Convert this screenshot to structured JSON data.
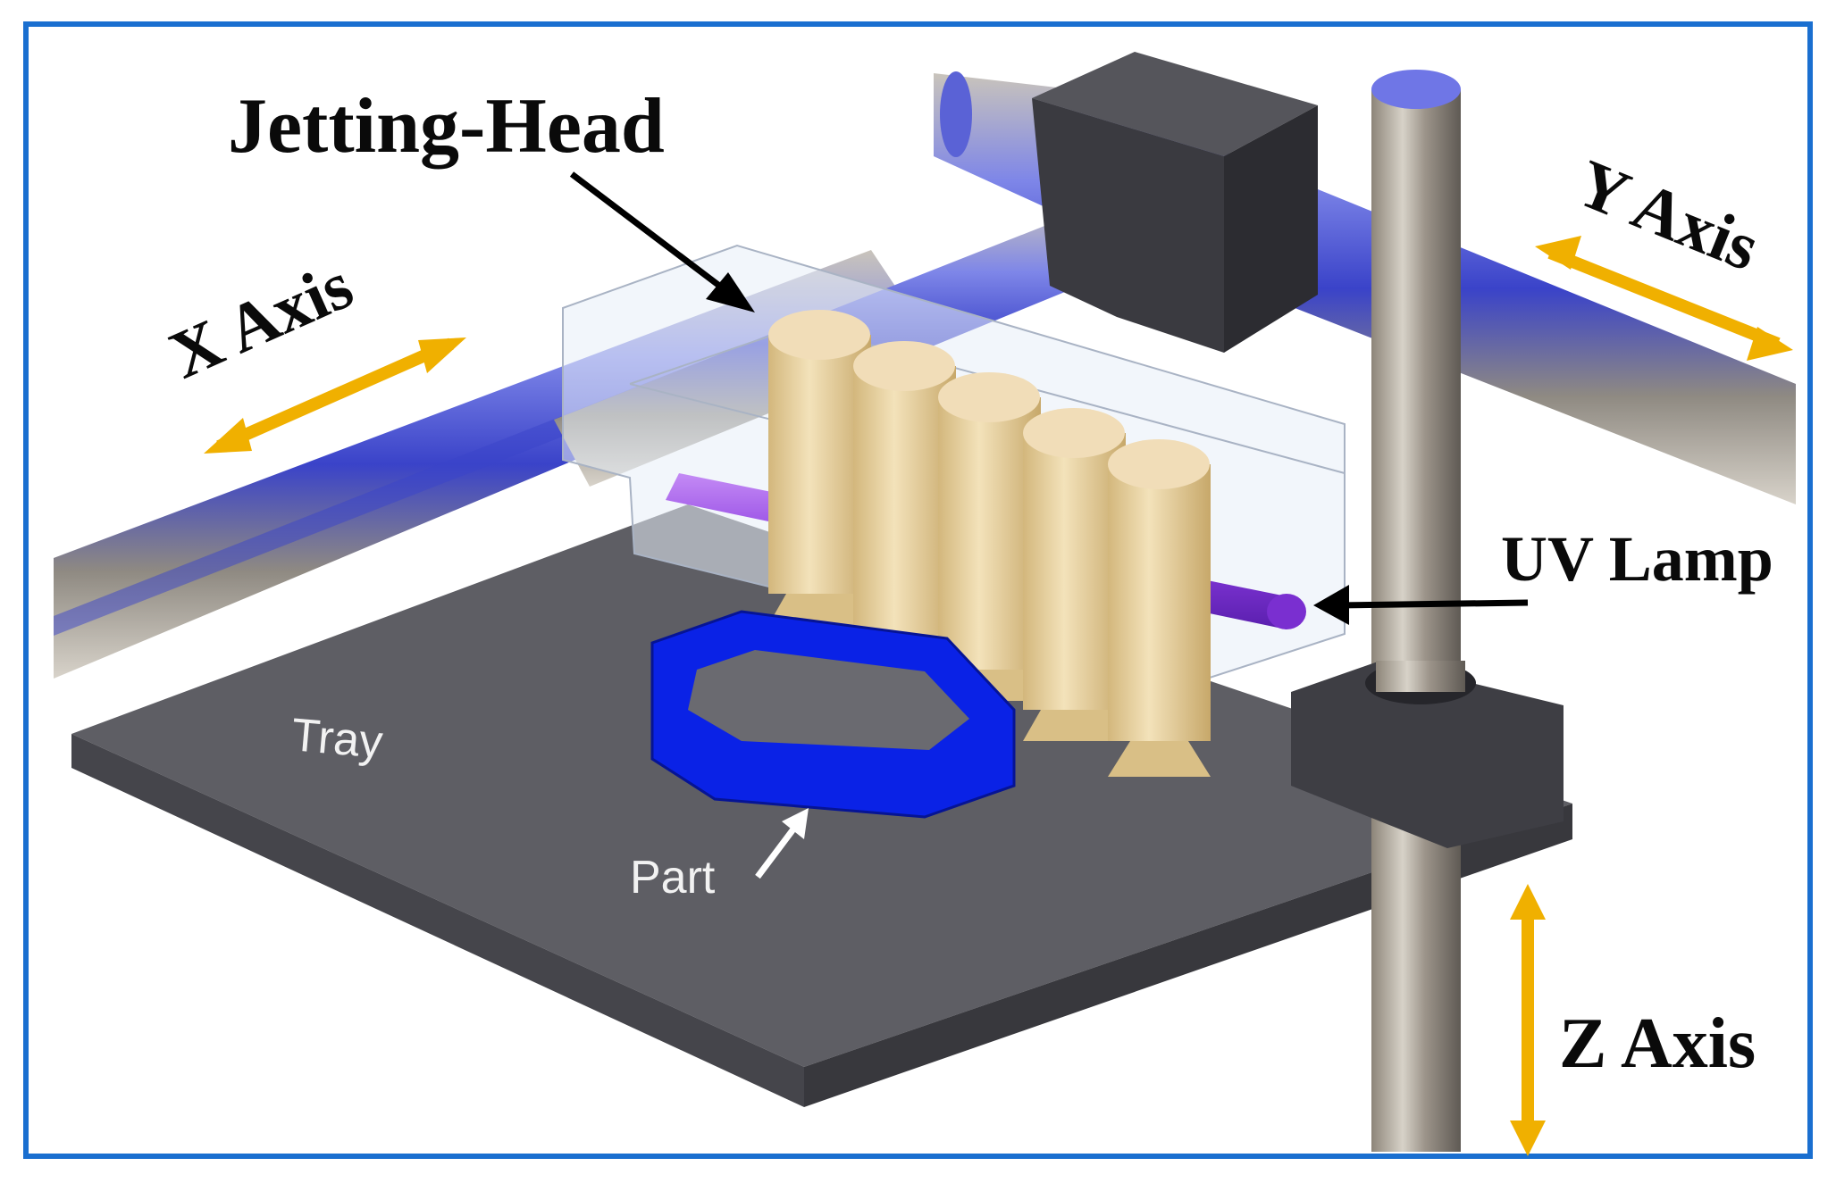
{
  "labels": {
    "jetting_head": "Jetting-Head",
    "x_axis": "X Axis",
    "y_axis": "Y Axis",
    "z_axis": "Z Axis",
    "uv_lamp": "UV Lamp",
    "tray": "Tray",
    "part": "Part"
  },
  "colors": {
    "frame_border": "#1a6fd0",
    "rail_blue": "#4a55d8",
    "rail_steel": "#a9a39a",
    "block": "#3d3d42",
    "tray": "#5b5b61",
    "part": "#0a22e6",
    "cartridge": "#e9d2a0",
    "uv_lamp": "#8a3be0",
    "axis_arrow": "#f0b000",
    "pointer_arrow": "#000000"
  }
}
